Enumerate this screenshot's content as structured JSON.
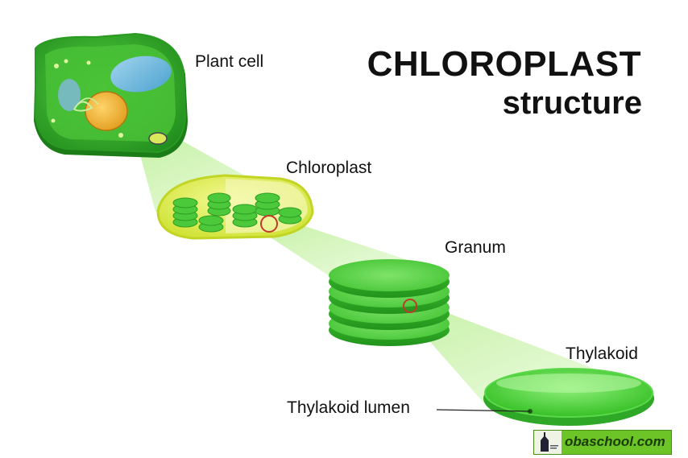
{
  "title": {
    "line1": "CHLOROPLAST",
    "line2": "structure"
  },
  "labels": {
    "plant_cell": "Plant cell",
    "chloroplast": "Chloroplast",
    "granum": "Granum",
    "thylakoid": "Thylakoid",
    "thylakoid_lumen": "Thylakoid lumen"
  },
  "watermark": {
    "text": "obaschool.com"
  },
  "colors": {
    "cell_green": "#3cb532",
    "chloroplast_yellow": "#e7f25a",
    "granum_green": "#4fce3c",
    "beam_green": "#c8f2a8",
    "highlight_circle": "#c0392b",
    "watermark_green": "#6cc426"
  }
}
